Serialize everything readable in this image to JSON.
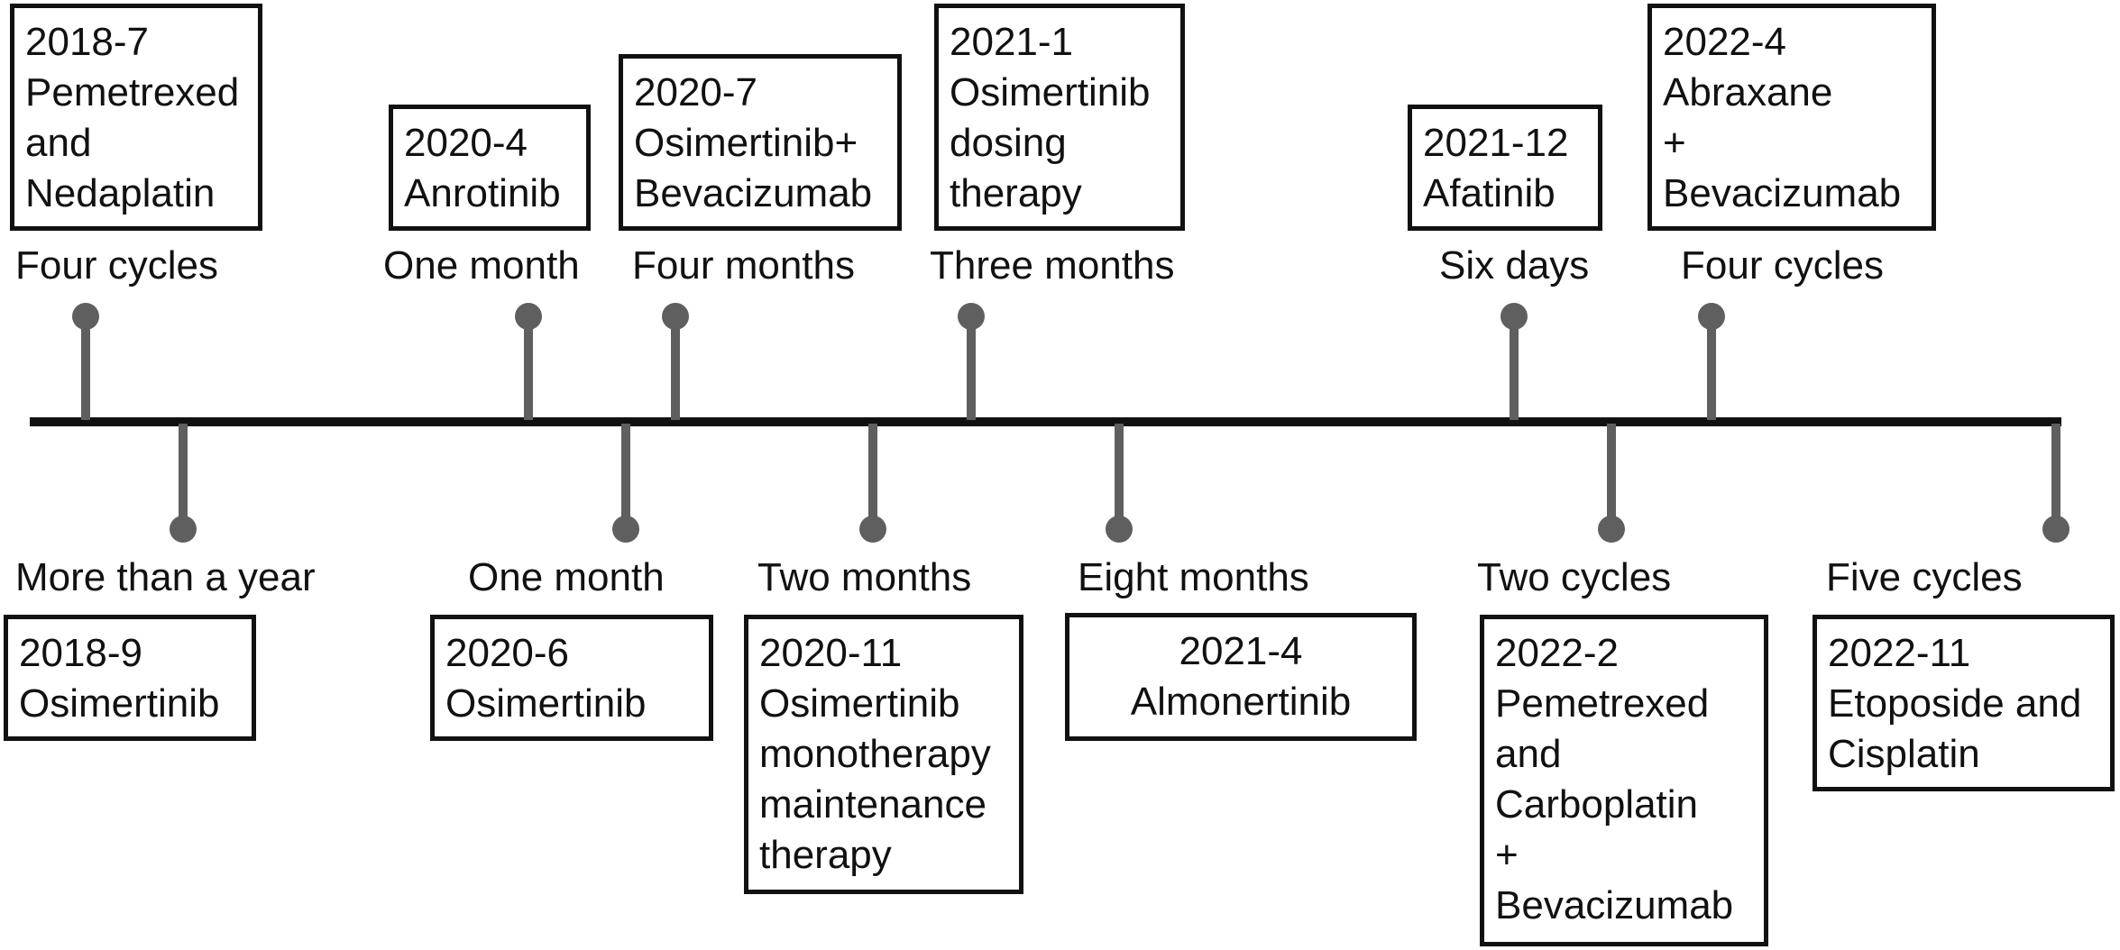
{
  "upper_events": [
    {
      "date": "2018-7",
      "lines": [
        "Pemetrexed",
        "and",
        "Nedaplatin"
      ],
      "duration": "Four cycles"
    },
    {
      "date": "2020-4",
      "lines": [
        "Anrotinib"
      ],
      "duration": "One month"
    },
    {
      "date": "2020-7",
      "lines": [
        "Osimertinib+",
        "Bevacizumab"
      ],
      "duration": "Four months"
    },
    {
      "date": "2021-1",
      "lines": [
        "Osimertinib",
        "dosing",
        "therapy"
      ],
      "duration": "Three months"
    },
    {
      "date": "2021-12",
      "lines": [
        "Afatinib"
      ],
      "duration": "Six days"
    },
    {
      "date": "2022-4",
      "lines": [
        "Abraxane",
        "+",
        "Bevacizumab"
      ],
      "duration": "Four cycles"
    }
  ],
  "lower_events": [
    {
      "date": "2018-9",
      "lines": [
        "Osimertinib"
      ],
      "duration": "More than a year"
    },
    {
      "date": "2020-6",
      "lines": [
        "Osimertinib"
      ],
      "duration": "One month"
    },
    {
      "date": "2020-11",
      "lines": [
        "Osimertinib",
        "monotherapy",
        "maintenance",
        "therapy"
      ],
      "duration": "Two months"
    },
    {
      "date": "2021-4",
      "lines": [
        "Almonertinib"
      ],
      "duration": "Eight months"
    },
    {
      "date": "2022-2",
      "lines": [
        "Pemetrexed",
        "and",
        "Carboplatin",
        "+",
        "Bevacizumab"
      ],
      "duration": "Two cycles"
    },
    {
      "date": "2022-11",
      "lines": [
        "Etoposide and",
        "Cisplatin"
      ],
      "duration": "Five cycles"
    }
  ]
}
